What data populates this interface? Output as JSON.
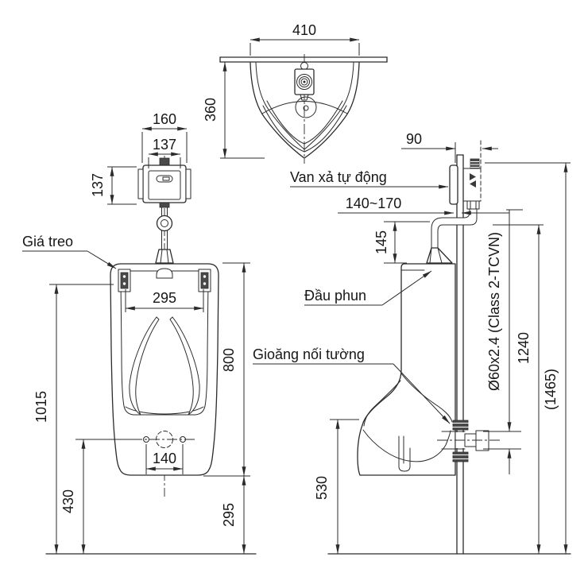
{
  "views": {
    "top": {
      "dim_width": "410",
      "dim_depth": "360"
    },
    "flush_valve": {
      "dim_width_outer": "160",
      "dim_width_inner": "137",
      "dim_height": "137"
    },
    "front": {
      "label_bracket": "Giá treo",
      "dim_bracket_span": "295",
      "dim_body_height": "800",
      "dim_bracket_height": "1015",
      "dim_drain_bolts": "140",
      "dim_drain_height": "430",
      "dim_bottom_gap": "295"
    },
    "side": {
      "dim_valve_depth": "90",
      "label_flush_valve": "Van xả tự động",
      "dim_supply_offset": "140~170",
      "dim_spud_height": "145",
      "label_spray_head": "Đầu phun",
      "label_wall_gasket": "Gioăng nối tường",
      "dim_pipe_spec": "Ø60x2.4 (Class 2-TCVN)",
      "dim_outlet_height": "1240",
      "dim_supply_height": "(1465)",
      "dim_rim_height": "530"
    }
  },
  "colors": {
    "line": "#2b2b2b",
    "text": "#161616",
    "background": "#ffffff"
  }
}
